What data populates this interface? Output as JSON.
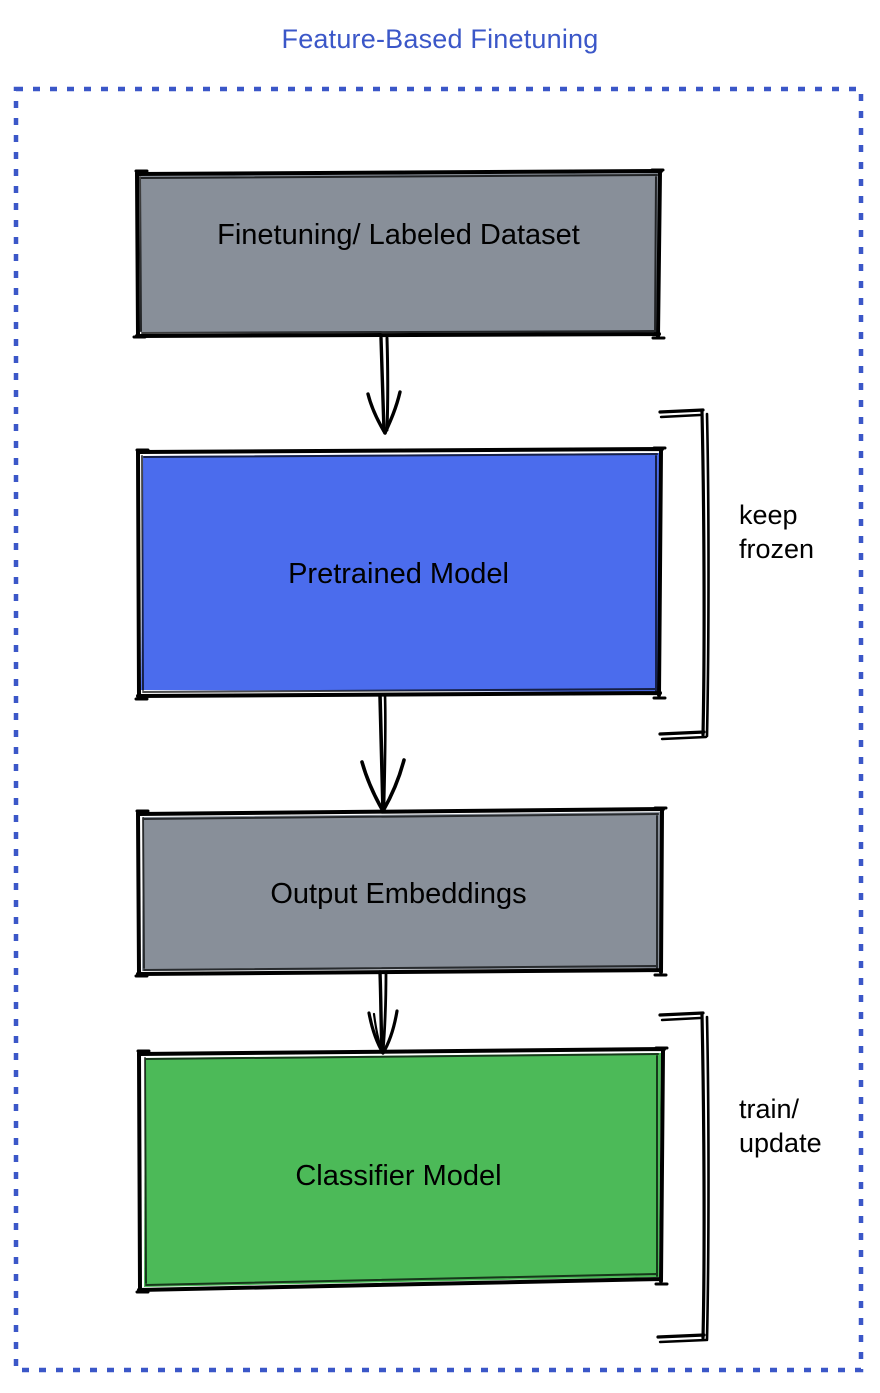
{
  "title": "Feature-Based Finetuning",
  "colors": {
    "title_blue": "#3b57c8",
    "dashed_border_blue": "#3b57c8",
    "gray_fill": "#888f99",
    "blue_fill": "#4b6ced",
    "green_fill": "#4cba58",
    "stroke_black": "#000000",
    "background": "#ffffff"
  },
  "nodes": [
    {
      "id": "dataset",
      "label": "Finetuning/ Labeled Dataset",
      "fill": "#888f99"
    },
    {
      "id": "pretrained",
      "label": "Pretrained Model",
      "fill": "#4b6ced"
    },
    {
      "id": "embeddings",
      "label": "Output Embeddings",
      "fill": "#888f99"
    },
    {
      "id": "classifier",
      "label": "Classifier Model",
      "fill": "#4cba58"
    }
  ],
  "annotations": [
    {
      "id": "frozen",
      "label": "keep\nfrozen",
      "target": "pretrained"
    },
    {
      "id": "train",
      "label": "train/\nupdate",
      "target": "classifier"
    }
  ],
  "edges": [
    {
      "from": "dataset",
      "to": "pretrained"
    },
    {
      "from": "pretrained",
      "to": "embeddings"
    },
    {
      "from": "embeddings",
      "to": "classifier"
    }
  ]
}
